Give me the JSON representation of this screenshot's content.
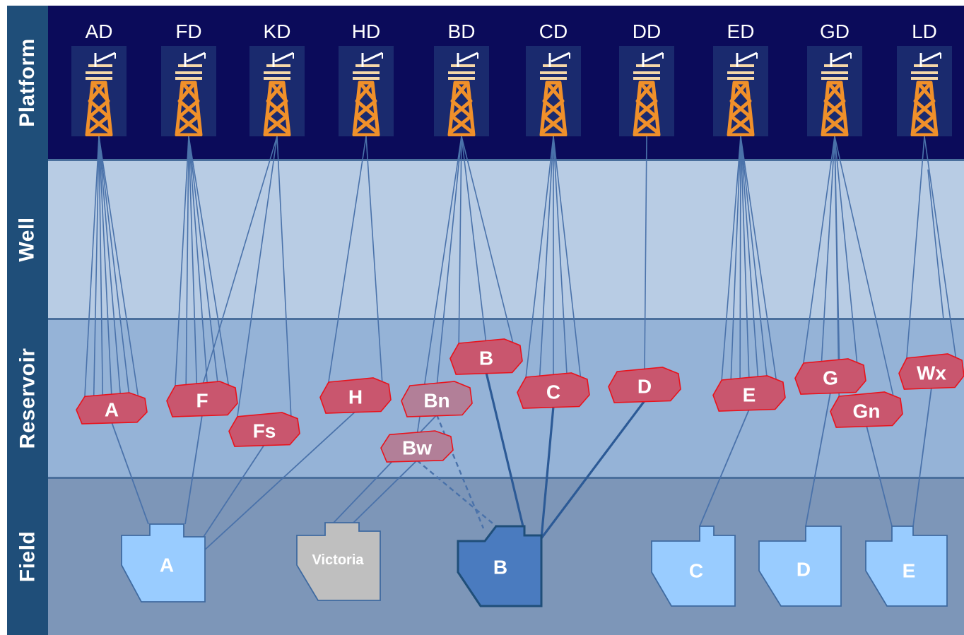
{
  "rows": [
    {
      "key": "platform",
      "label": "Platform"
    },
    {
      "key": "well",
      "label": "Well"
    },
    {
      "key": "reservoir",
      "label": "Reservoir"
    },
    {
      "key": "field",
      "label": "Field"
    }
  ],
  "colors": {
    "side_label_bg": "#1f4e79",
    "platform_bg": "#0b0b5a",
    "well_bg": "#b8cce4",
    "reservoir_bg": "#95b3d7",
    "field_bg": "#7d96b8",
    "line": "#4a72aa",
    "reservoir_fill": "#c9566e",
    "reservoir_muted_fill": "#b27f98",
    "reservoir_stroke": "#e8131c",
    "field_light": "#99ccff",
    "field_gray": "#bfbfbf",
    "field_dark": "#4a7bbf",
    "rig_orange": "#f0902a"
  },
  "platforms": [
    "AD",
    "FD",
    "KD",
    "HD",
    "BD",
    "CD",
    "DD",
    "ED",
    "GD",
    "LD"
  ],
  "reservoirs": [
    {
      "id": "A",
      "label": "A",
      "style": "normal"
    },
    {
      "id": "F",
      "label": "F",
      "style": "normal"
    },
    {
      "id": "Fs",
      "label": "Fs",
      "style": "normal"
    },
    {
      "id": "H",
      "label": "H",
      "style": "normal"
    },
    {
      "id": "Bn",
      "label": "Bn",
      "style": "muted"
    },
    {
      "id": "Bw",
      "label": "Bw",
      "style": "muted"
    },
    {
      "id": "B",
      "label": "B",
      "style": "normal"
    },
    {
      "id": "C",
      "label": "C",
      "style": "normal"
    },
    {
      "id": "D",
      "label": "D",
      "style": "normal"
    },
    {
      "id": "E",
      "label": "E",
      "style": "normal"
    },
    {
      "id": "G",
      "label": "G",
      "style": "normal"
    },
    {
      "id": "Gn",
      "label": "Gn",
      "style": "normal"
    },
    {
      "id": "Wx",
      "label": "Wx",
      "style": "normal"
    }
  ],
  "fields": [
    {
      "id": "A",
      "label": "A",
      "style": "light"
    },
    {
      "id": "Victoria",
      "label": "Victoria",
      "style": "gray"
    },
    {
      "id": "B",
      "label": "B",
      "style": "dark"
    },
    {
      "id": "C",
      "label": "C",
      "style": "light"
    },
    {
      "id": "D",
      "label": "D",
      "style": "light"
    },
    {
      "id": "E",
      "label": "E",
      "style": "light"
    }
  ],
  "wells": [
    {
      "platform": "AD",
      "reservoir": "A",
      "count": 7
    },
    {
      "platform": "FD",
      "reservoir": "F",
      "count": 6
    },
    {
      "platform": "KD",
      "reservoir": "Fs",
      "count": 2
    },
    {
      "platform": "KD",
      "reservoir": "F",
      "count": 1
    },
    {
      "platform": "HD",
      "reservoir": "H",
      "count": 2
    },
    {
      "platform": "BD",
      "reservoir": "B",
      "count": 3
    },
    {
      "platform": "BD",
      "reservoir": "Bn",
      "count": 1
    },
    {
      "platform": "BD",
      "reservoir": "Bw",
      "count": 1
    },
    {
      "platform": "CD",
      "reservoir": "C",
      "count": 5
    },
    {
      "platform": "DD",
      "reservoir": "D",
      "count": 1
    },
    {
      "platform": "ED",
      "reservoir": "E",
      "count": 7
    },
    {
      "platform": "GD",
      "reservoir": "G",
      "count": 4
    },
    {
      "platform": "GD",
      "reservoir": "Gn",
      "count": 2
    },
    {
      "platform": "LD",
      "reservoir": "Wx",
      "count": 2
    }
  ],
  "reservoir_field_links": [
    {
      "reservoir": "A",
      "field": "A",
      "kind": "solid"
    },
    {
      "reservoir": "F",
      "field": "A",
      "kind": "solid"
    },
    {
      "reservoir": "Fs",
      "field": "A",
      "kind": "solid"
    },
    {
      "reservoir": "H",
      "field": "A",
      "kind": "solid"
    },
    {
      "reservoir": "Bn",
      "field": "Victoria",
      "kind": "solid"
    },
    {
      "reservoir": "Bw",
      "field": "Victoria",
      "kind": "solid"
    },
    {
      "reservoir": "Bn",
      "field": "B",
      "kind": "dashed"
    },
    {
      "reservoir": "Bw",
      "field": "B",
      "kind": "dashed"
    },
    {
      "reservoir": "B",
      "field": "B",
      "kind": "thick"
    },
    {
      "reservoir": "C",
      "field": "B",
      "kind": "thick"
    },
    {
      "reservoir": "D",
      "field": "B",
      "kind": "thick"
    },
    {
      "reservoir": "E",
      "field": "C",
      "kind": "solid"
    },
    {
      "reservoir": "G",
      "field": "D",
      "kind": "solid"
    },
    {
      "reservoir": "Gn",
      "field": "E",
      "kind": "solid"
    },
    {
      "reservoir": "Wx",
      "field": "E",
      "kind": "solid"
    }
  ]
}
